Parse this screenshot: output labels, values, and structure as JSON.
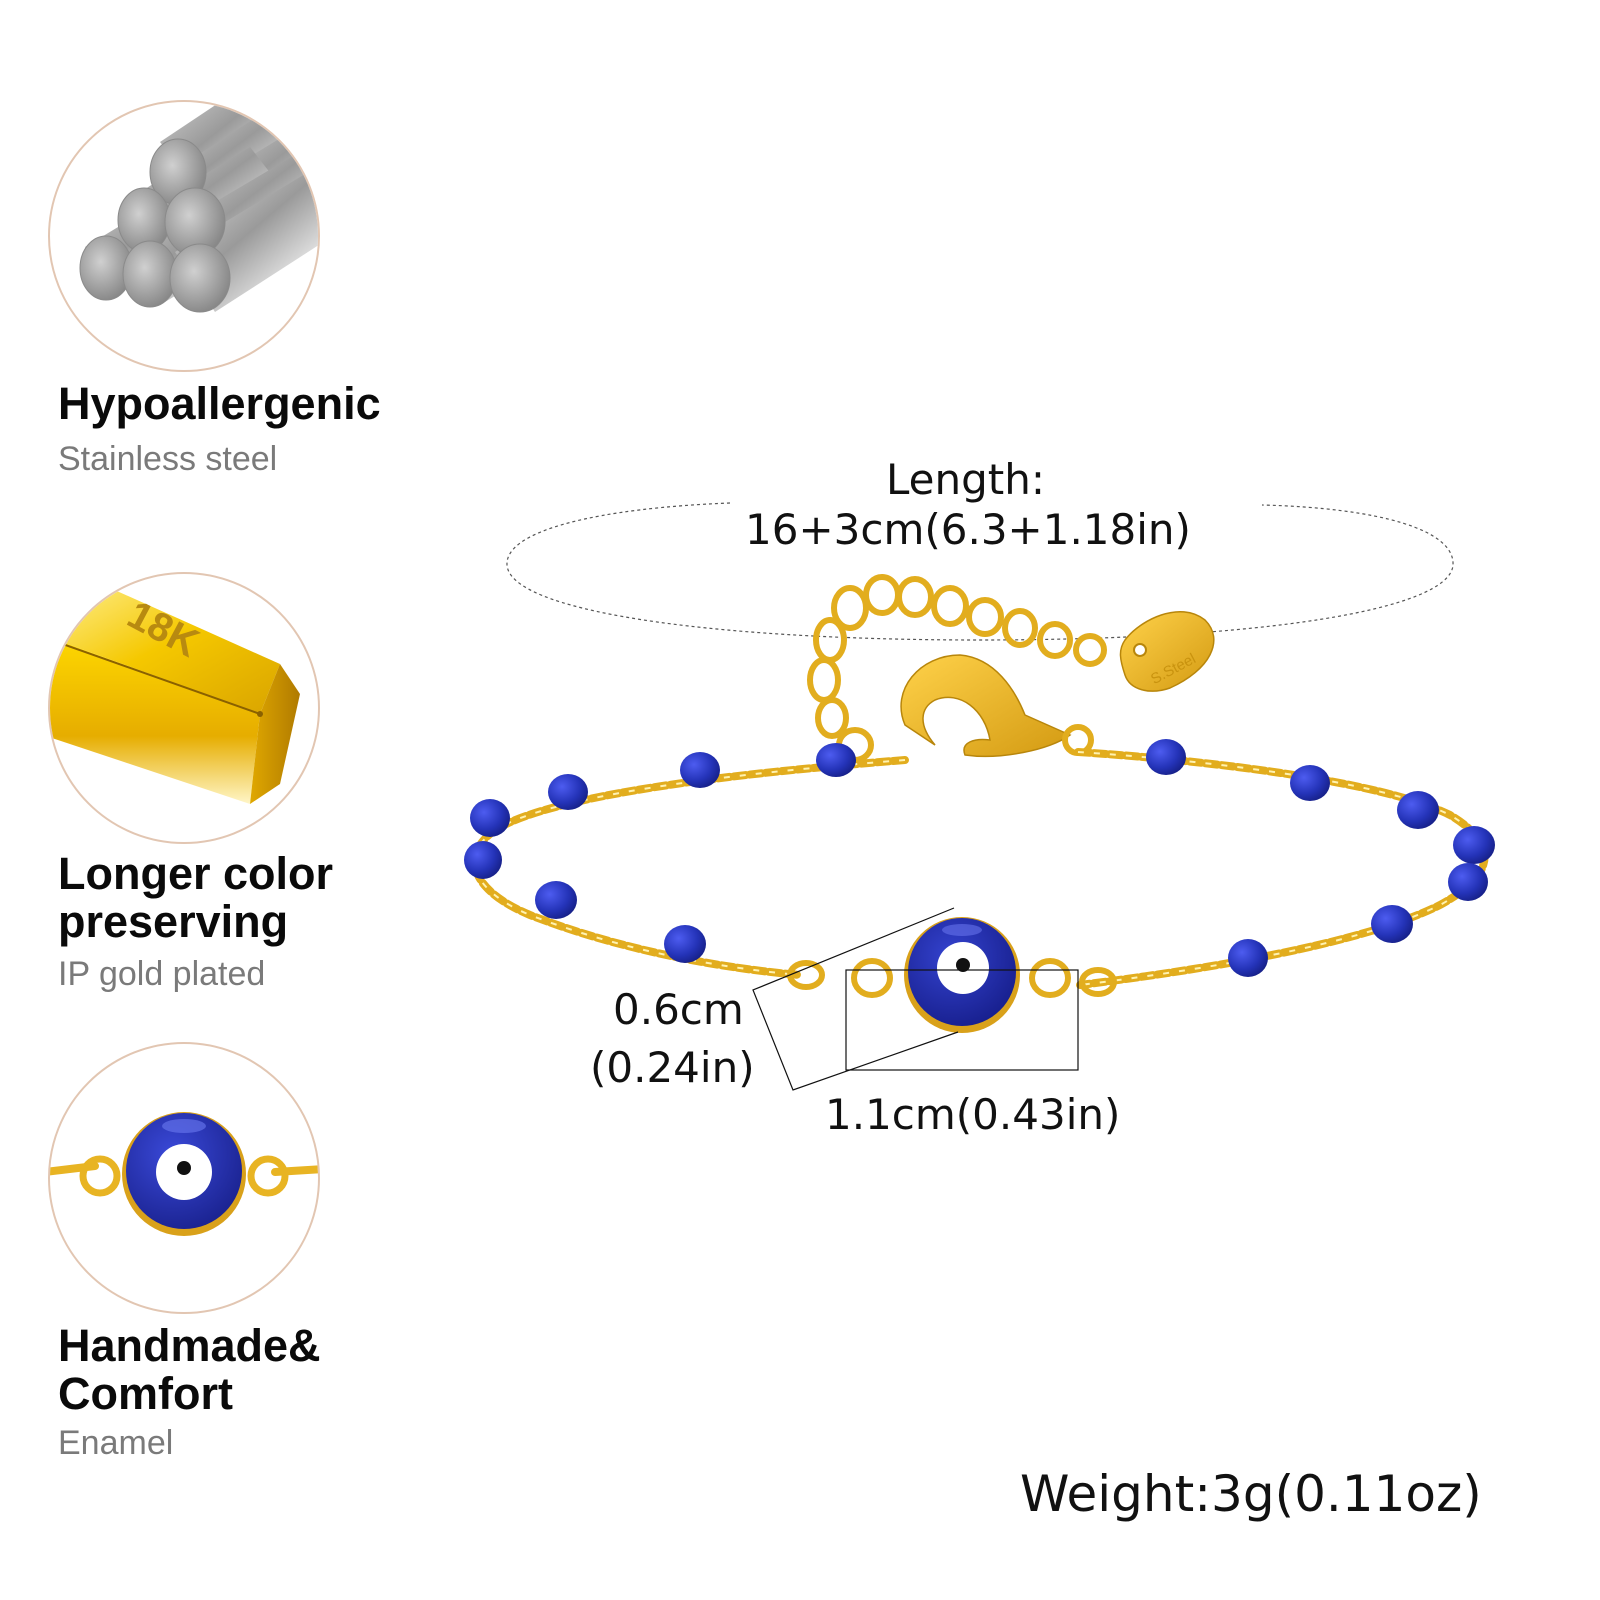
{
  "features": [
    {
      "icon": "steel-rods-icon",
      "title": "Hypoallergenic",
      "subtitle": "Stainless steel"
    },
    {
      "icon": "gold-bar-icon",
      "title_line1": "Longer color",
      "title_line2": "preserving",
      "subtitle": "IP gold plated",
      "bar_engraving": "18K"
    },
    {
      "icon": "evil-eye-charm-icon",
      "title_line1": "Handmade&",
      "title_line2": "Comfort",
      "subtitle": "Enamel"
    }
  ],
  "product": {
    "length_label": "Length:",
    "length_value": "16+3cm(6.3+1.18in)",
    "charm_height_cm": "0.6cm",
    "charm_height_in": "(0.24in)",
    "charm_width": "1.1cm(0.43in)",
    "weight": "Weight:3g(0.11oz)",
    "tag_engraving": "S.Steel"
  },
  "colors": {
    "gold": "#e8b423",
    "gold_dark": "#b8860b",
    "enamel_blue": "#1f2fa8",
    "circle_border": "#e2c6b2",
    "subtitle_gray": "#7a7a7a"
  }
}
